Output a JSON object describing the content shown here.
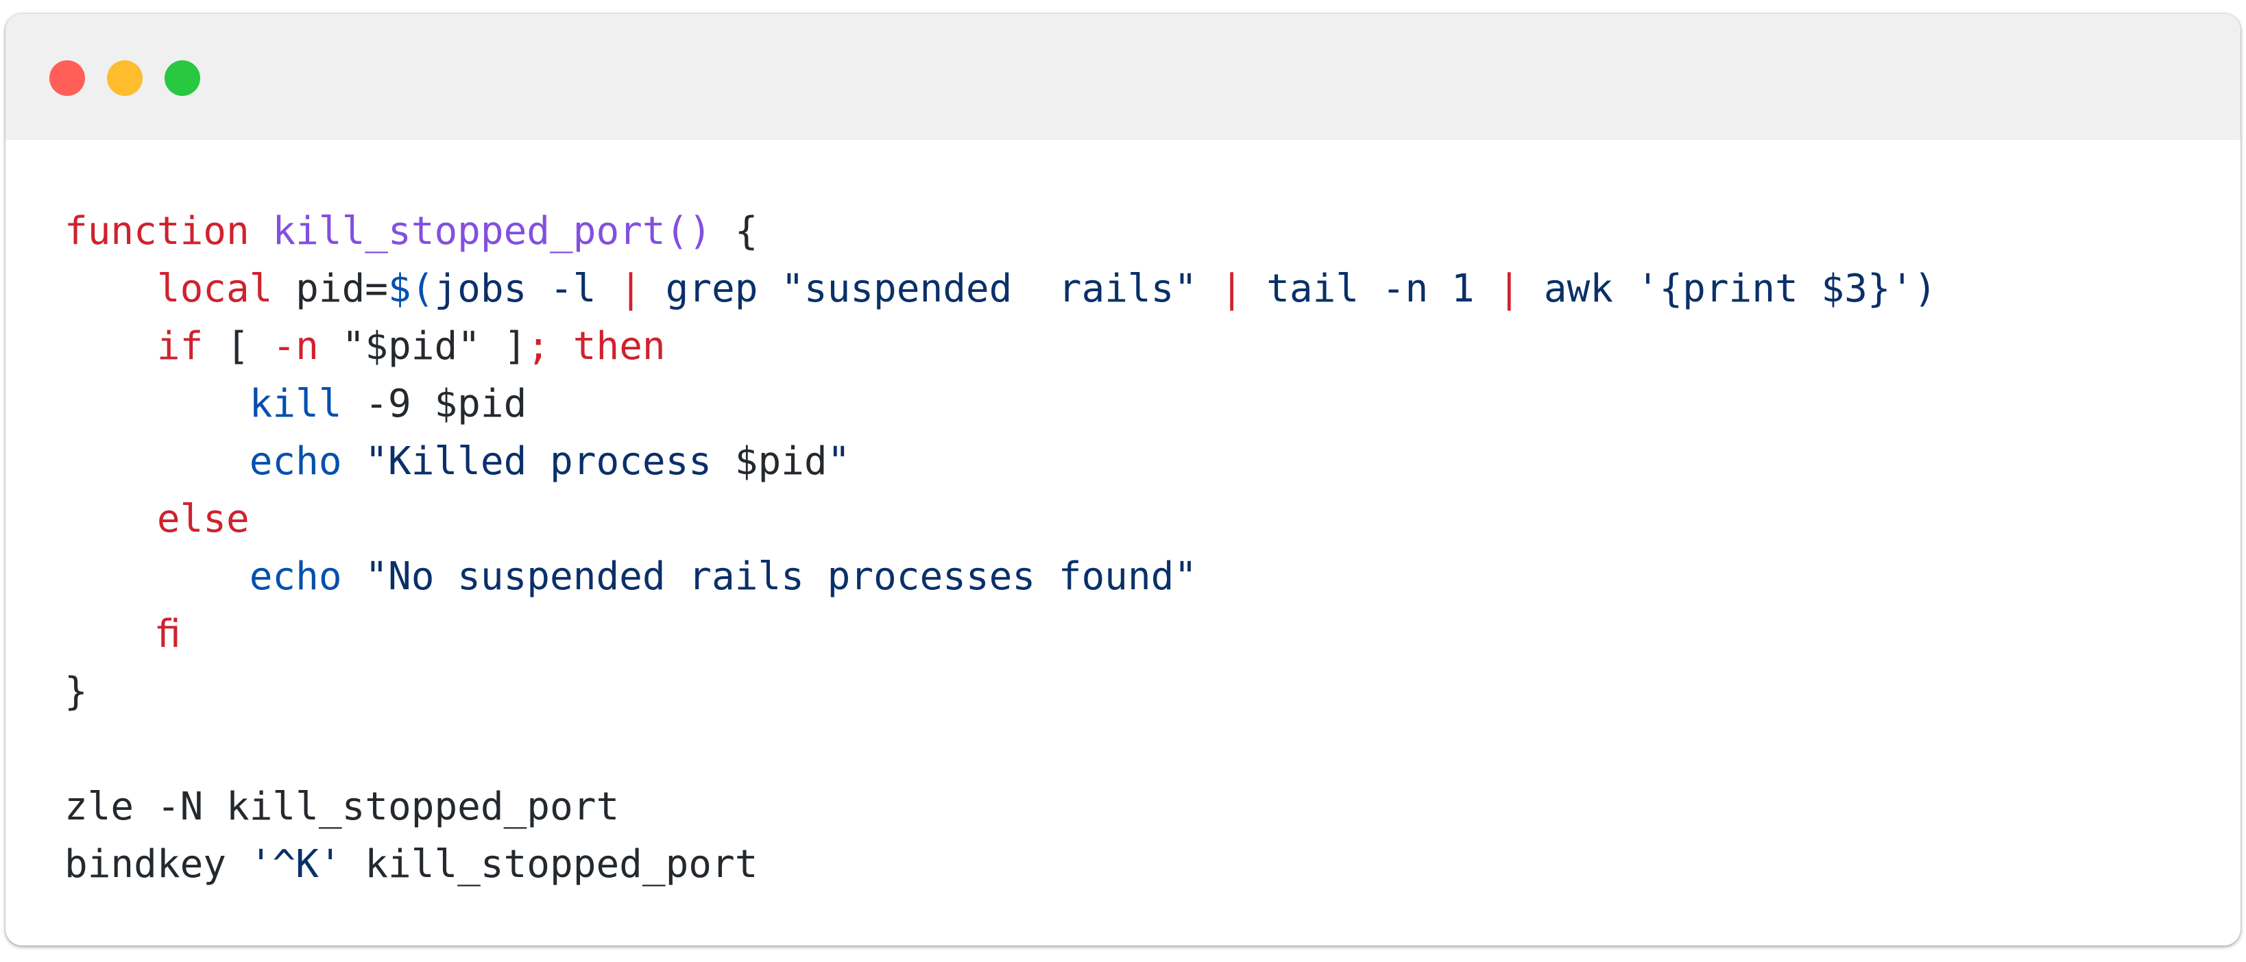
{
  "window": {
    "traffic_lights": {
      "close": "#ff5f57",
      "minimize": "#febc2e",
      "zoom": "#28c840"
    }
  },
  "colors": {
    "keyword": "#cf222e",
    "function_name": "#8250df",
    "builtin": "#0550ae",
    "string": "#0a3069",
    "text": "#24292e",
    "titlebar": "#f0f0f0"
  },
  "code": {
    "l1": {
      "kw_function": "function",
      "sp1": " ",
      "fn_name": "kill_stopped_port()",
      "rest": " {"
    },
    "l2": {
      "indent": "    ",
      "kw_local": "local",
      "assign": " pid=",
      "subst_open": "$(",
      "cmd_jobs": "jobs -l ",
      "pipe1": "|",
      "cmd_grep": " grep ",
      "str_grep": "\"suspended  rails\"",
      "sp2": " ",
      "pipe2": "|",
      "cmd_tail": " tail -n 1 ",
      "pipe3": "|",
      "cmd_awk": " awk ",
      "str_awk": "'{print $3}'",
      "close": ")"
    },
    "l3": {
      "indent": "    ",
      "kw_if": "if",
      "bracket_open": " [ ",
      "flag_n": "-n",
      "sp": " ",
      "str_pid": "\"$pid\"",
      "bracket_close": " ]",
      "semi": ";",
      "sp2": " ",
      "kw_then": "then"
    },
    "l4": {
      "indent": "        ",
      "bi_kill": "kill",
      "args": " -9 $pid"
    },
    "l5": {
      "indent": "        ",
      "bi_echo": "echo",
      "sp": " ",
      "str_open": "\"Killed process ",
      "str_var": "$pid",
      "str_close": "\""
    },
    "l6": {
      "indent": "    ",
      "kw_else": "else"
    },
    "l7": {
      "indent": "        ",
      "bi_echo": "echo",
      "sp": " ",
      "str": "\"No suspended rails processes found\""
    },
    "l8": {
      "indent": "    ",
      "kw_fi": "ﬁ"
    },
    "l9": {
      "text": "}"
    },
    "l10": {
      "text": "zle -N kill_stopped_port"
    },
    "l11": {
      "cmd": "bindkey ",
      "str": "'^K'",
      "rest": " kill_stopped_port"
    }
  }
}
